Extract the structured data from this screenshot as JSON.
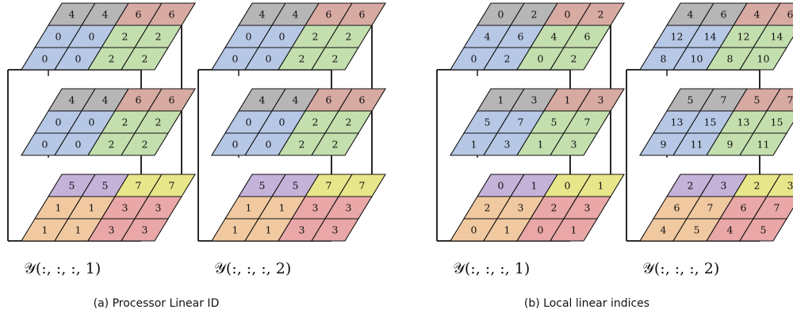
{
  "colors": {
    "gray": "#b6b6b6",
    "rose": "#d7aaa2",
    "blue": "#b7c8e6",
    "green": "#c4dfae",
    "purple": "#c4b2d8",
    "yellow": "#e8e68a",
    "orange": "#f1c9a1",
    "pink": "#e9a7a7",
    "line": "#111111"
  },
  "panels": [
    {
      "caption": "(a) Processor Linear ID",
      "blocks": [
        {
          "label": "𝒴(:, :, :, 1)",
          "layers": [
            {
              "rows": [
                [
                  "4",
                  "4",
                  "6",
                  "6"
                ],
                [
                  "0",
                  "0",
                  "2",
                  "2"
                ],
                [
                  "0",
                  "0",
                  "2",
                  "2"
                ]
              ],
              "colors": [
                [
                  "gray",
                  "gray",
                  "rose",
                  "rose"
                ],
                [
                  "blue",
                  "blue",
                  "green",
                  "green"
                ],
                [
                  "blue",
                  "blue",
                  "green",
                  "green"
                ]
              ]
            },
            {
              "rows": [
                [
                  "4",
                  "4",
                  "6",
                  "6"
                ],
                [
                  "0",
                  "0",
                  "2",
                  "2"
                ],
                [
                  "0",
                  "0",
                  "2",
                  "2"
                ]
              ],
              "colors": [
                [
                  "gray",
                  "gray",
                  "rose",
                  "rose"
                ],
                [
                  "blue",
                  "blue",
                  "green",
                  "green"
                ],
                [
                  "blue",
                  "blue",
                  "green",
                  "green"
                ]
              ]
            },
            {
              "rows": [
                [
                  "5",
                  "5",
                  "7",
                  "7"
                ],
                [
                  "1",
                  "1",
                  "3",
                  "3"
                ],
                [
                  "1",
                  "1",
                  "3",
                  "3"
                ]
              ],
              "colors": [
                [
                  "purple",
                  "purple",
                  "yellow",
                  "yellow"
                ],
                [
                  "orange",
                  "orange",
                  "pink",
                  "pink"
                ],
                [
                  "orange",
                  "orange",
                  "pink",
                  "pink"
                ]
              ]
            }
          ]
        },
        {
          "label": "𝒴(:, :, :, 2)",
          "layers": [
            {
              "rows": [
                [
                  "4",
                  "4",
                  "6",
                  "6"
                ],
                [
                  "0",
                  "0",
                  "2",
                  "2"
                ],
                [
                  "0",
                  "0",
                  "2",
                  "2"
                ]
              ],
              "colors": [
                [
                  "gray",
                  "gray",
                  "rose",
                  "rose"
                ],
                [
                  "blue",
                  "blue",
                  "green",
                  "green"
                ],
                [
                  "blue",
                  "blue",
                  "green",
                  "green"
                ]
              ]
            },
            {
              "rows": [
                [
                  "4",
                  "4",
                  "6",
                  "6"
                ],
                [
                  "0",
                  "0",
                  "2",
                  "2"
                ],
                [
                  "0",
                  "0",
                  "2",
                  "2"
                ]
              ],
              "colors": [
                [
                  "gray",
                  "gray",
                  "rose",
                  "rose"
                ],
                [
                  "blue",
                  "blue",
                  "green",
                  "green"
                ],
                [
                  "blue",
                  "blue",
                  "green",
                  "green"
                ]
              ]
            },
            {
              "rows": [
                [
                  "5",
                  "5",
                  "7",
                  "7"
                ],
                [
                  "1",
                  "1",
                  "3",
                  "3"
                ],
                [
                  "1",
                  "1",
                  "3",
                  "3"
                ]
              ],
              "colors": [
                [
                  "purple",
                  "purple",
                  "yellow",
                  "yellow"
                ],
                [
                  "orange",
                  "orange",
                  "pink",
                  "pink"
                ],
                [
                  "orange",
                  "orange",
                  "pink",
                  "pink"
                ]
              ]
            }
          ]
        }
      ]
    },
    {
      "caption": "(b) Local linear indices",
      "blocks": [
        {
          "label": "𝒴(:, :, :, 1)",
          "layers": [
            {
              "rows": [
                [
                  "0",
                  "2",
                  "0",
                  "2"
                ],
                [
                  "4",
                  "6",
                  "4",
                  "6"
                ],
                [
                  "0",
                  "2",
                  "0",
                  "2"
                ]
              ],
              "colors": [
                [
                  "gray",
                  "gray",
                  "rose",
                  "rose"
                ],
                [
                  "blue",
                  "blue",
                  "green",
                  "green"
                ],
                [
                  "blue",
                  "blue",
                  "green",
                  "green"
                ]
              ]
            },
            {
              "rows": [
                [
                  "1",
                  "3",
                  "1",
                  "3"
                ],
                [
                  "5",
                  "7",
                  "5",
                  "7"
                ],
                [
                  "1",
                  "3",
                  "1",
                  "3"
                ]
              ],
              "colors": [
                [
                  "gray",
                  "gray",
                  "rose",
                  "rose"
                ],
                [
                  "blue",
                  "blue",
                  "green",
                  "green"
                ],
                [
                  "blue",
                  "blue",
                  "green",
                  "green"
                ]
              ]
            },
            {
              "rows": [
                [
                  "0",
                  "1",
                  "0",
                  "1"
                ],
                [
                  "2",
                  "3",
                  "2",
                  "3"
                ],
                [
                  "0",
                  "1",
                  "0",
                  "1"
                ]
              ],
              "colors": [
                [
                  "purple",
                  "purple",
                  "yellow",
                  "yellow"
                ],
                [
                  "orange",
                  "orange",
                  "pink",
                  "pink"
                ],
                [
                  "orange",
                  "orange",
                  "pink",
                  "pink"
                ]
              ]
            }
          ]
        },
        {
          "label": "𝒴(:, :, :, 2)",
          "layers": [
            {
              "rows": [
                [
                  "4",
                  "6",
                  "4",
                  "6"
                ],
                [
                  "12",
                  "14",
                  "12",
                  "14"
                ],
                [
                  "8",
                  "10",
                  "8",
                  "10"
                ]
              ],
              "colors": [
                [
                  "gray",
                  "gray",
                  "rose",
                  "rose"
                ],
                [
                  "blue",
                  "blue",
                  "green",
                  "green"
                ],
                [
                  "blue",
                  "blue",
                  "green",
                  "green"
                ]
              ]
            },
            {
              "rows": [
                [
                  "5",
                  "7",
                  "5",
                  "7"
                ],
                [
                  "13",
                  "15",
                  "13",
                  "15"
                ],
                [
                  "9",
                  "11",
                  "9",
                  "11"
                ]
              ],
              "colors": [
                [
                  "gray",
                  "gray",
                  "rose",
                  "rose"
                ],
                [
                  "blue",
                  "blue",
                  "green",
                  "green"
                ],
                [
                  "blue",
                  "blue",
                  "green",
                  "green"
                ]
              ]
            },
            {
              "rows": [
                [
                  "2",
                  "3",
                  "2",
                  "3"
                ],
                [
                  "6",
                  "7",
                  "6",
                  "7"
                ],
                [
                  "4",
                  "5",
                  "4",
                  "5"
                ]
              ],
              "colors": [
                [
                  "purple",
                  "purple",
                  "yellow",
                  "yellow"
                ],
                [
                  "orange",
                  "orange",
                  "pink",
                  "pink"
                ],
                [
                  "orange",
                  "orange",
                  "pink",
                  "pink"
                ]
              ]
            }
          ]
        }
      ]
    }
  ]
}
